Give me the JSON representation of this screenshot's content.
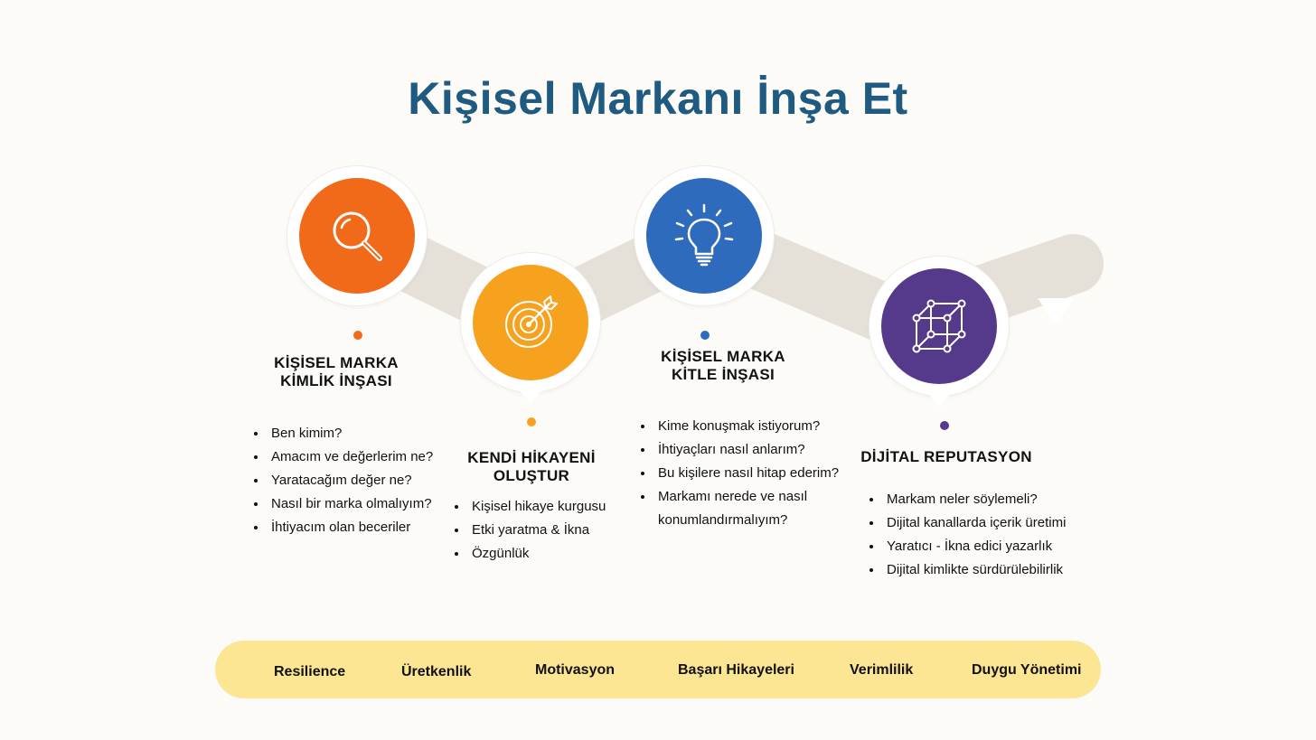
{
  "title": "Kişisel Markanı İnşa Et",
  "colors": {
    "title": "#1f5a80",
    "path": "#e6e1d8",
    "step1": "#f06a1a",
    "step2": "#f7a21f",
    "step3": "#2f6bbd",
    "step4": "#553a8c",
    "bar": "#fce593"
  },
  "steps": [
    {
      "icon": "magnifier-icon",
      "title_line1": "KİŞİSEL MARKA",
      "title_line2": "KİMLİK İNŞASI",
      "bullets": [
        "Ben kimim?",
        "Amacım ve değerlerim ne?",
        "Yaratacağım değer ne?",
        "Nasıl bir marka olmalıyım?",
        "İhtiyacım olan beceriler"
      ]
    },
    {
      "icon": "target-icon",
      "title_line1": "KENDİ HİKAYENİ",
      "title_line2": "OLUŞTUR",
      "bullets": [
        "Kişisel hikaye kurgusu",
        "Etki yaratma & İkna",
        "Özgünlük"
      ]
    },
    {
      "icon": "lightbulb-icon",
      "title_line1": "KİŞİSEL MARKA",
      "title_line2": "KİTLE İNŞASI",
      "bullets": [
        "Kime konuşmak istiyorum?",
        "İhtiyaçları nasıl anlarım?",
        "Bu kişilere nasıl hitap ederim?",
        "Markamı nerede ve nasıl",
        "konumlandırmalıyım?"
      ]
    },
    {
      "icon": "cube-network-icon",
      "title_line1": "DİJİTAL REPUTASYON",
      "title_line2": "",
      "bullets": [
        "Markam neler söylemeli?",
        "Dijital kanallarda içerik üretimi",
        "Yaratıcı - İkna edici yazarlık",
        "Dijital kimlikte sürdürülebilirlik"
      ]
    }
  ],
  "bar_items": [
    "Resilience",
    "Üretkenlik",
    "Motivasyon",
    "Başarı Hikayeleri",
    "Verimlilik",
    "Duygu Yönetimi"
  ]
}
